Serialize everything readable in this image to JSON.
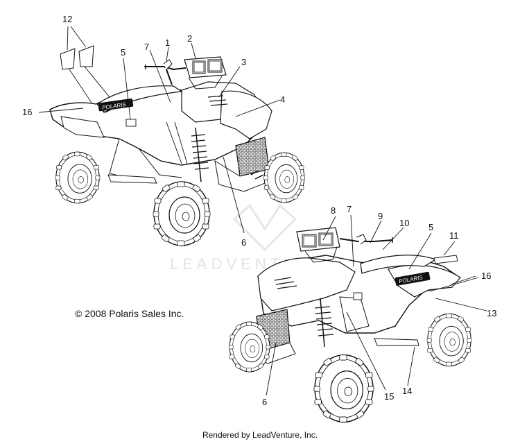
{
  "watermark": {
    "text": "LEADVENTURE"
  },
  "copyright": "© 2008 Polaris Sales Inc.",
  "footer": "Rendered by LeadVenture, Inc.",
  "decal_brand": "POLARIS",
  "callouts_top": {
    "c12": "12",
    "c5": "5",
    "c7": "7",
    "c1": "1",
    "c2": "2",
    "c3": "3",
    "c4": "4",
    "c16": "16",
    "c6": "6"
  },
  "callouts_bottom": {
    "c8": "8",
    "c7": "7",
    "c9": "9",
    "c10": "10",
    "c5": "5",
    "c11": "11",
    "c16": "16",
    "c13": "13",
    "c6": "6",
    "c15": "15",
    "c14": "14"
  }
}
